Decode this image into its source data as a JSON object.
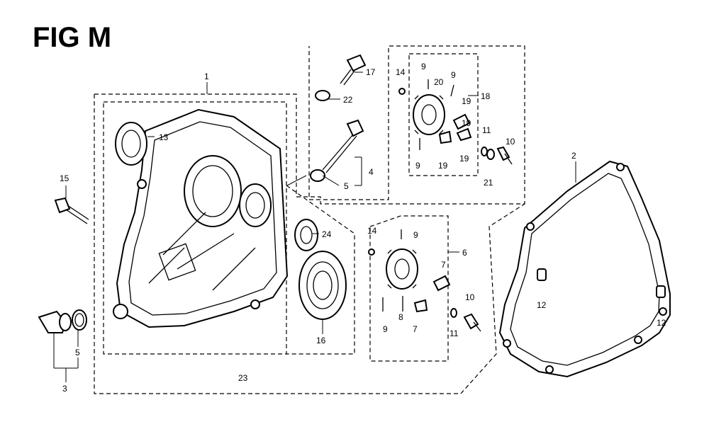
{
  "figure": {
    "title": "FIG M"
  },
  "callouts": {
    "c1": "1",
    "c2": "2",
    "c3": "3",
    "c4": "4",
    "c5a": "5",
    "c5b": "5",
    "c6": "6",
    "c7a": "7",
    "c7b": "7",
    "c8": "8",
    "c9a": "9",
    "c9b": "9",
    "c9c": "9",
    "c9d": "9",
    "c9e": "9",
    "c10a": "10",
    "c10b": "10",
    "c11a": "11",
    "c11b": "11",
    "c12a": "12",
    "c12b": "12",
    "c13": "13",
    "c14a": "14",
    "c14b": "14",
    "c15": "15",
    "c16": "16",
    "c17": "17",
    "c18": "18",
    "c19a": "19",
    "c19b": "19",
    "c19c": "19",
    "c19d": "19",
    "c20": "20",
    "c21": "21",
    "c22": "22",
    "c23": "23",
    "c24": "24"
  }
}
